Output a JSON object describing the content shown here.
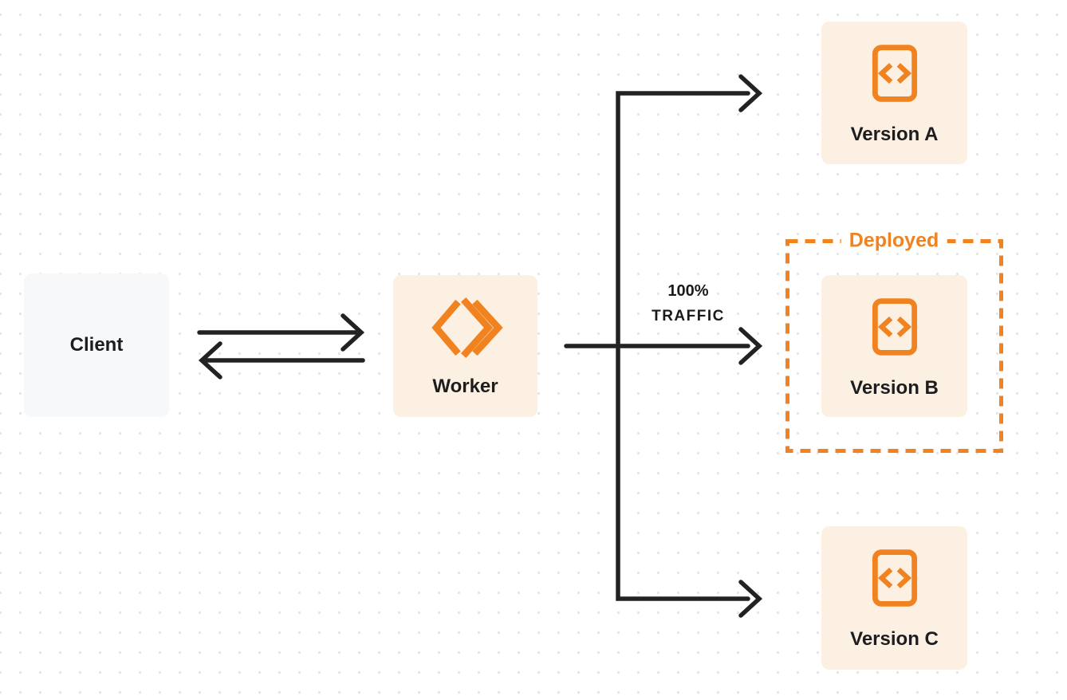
{
  "nodes": {
    "client": {
      "label": "Client"
    },
    "worker": {
      "label": "Worker"
    },
    "version_a": {
      "label": "Version A"
    },
    "version_b": {
      "label": "Version B"
    },
    "version_c": {
      "label": "Version C"
    }
  },
  "annotations": {
    "deployed": "Deployed",
    "traffic": {
      "line1": "100%",
      "line2": "TRAFFIC"
    }
  },
  "icons": {
    "worker_logo": "workers-double-chevron-logo",
    "version_icon": "code-file-icon"
  },
  "colors": {
    "accent_orange": "#f0821f",
    "peach_box_bg": "#fbf0e2",
    "gray_box_bg": "#f7f8f9",
    "connector_dark": "#222222",
    "dot_grid": "#e5e5e8",
    "text_dark": "#1d1d1f"
  }
}
